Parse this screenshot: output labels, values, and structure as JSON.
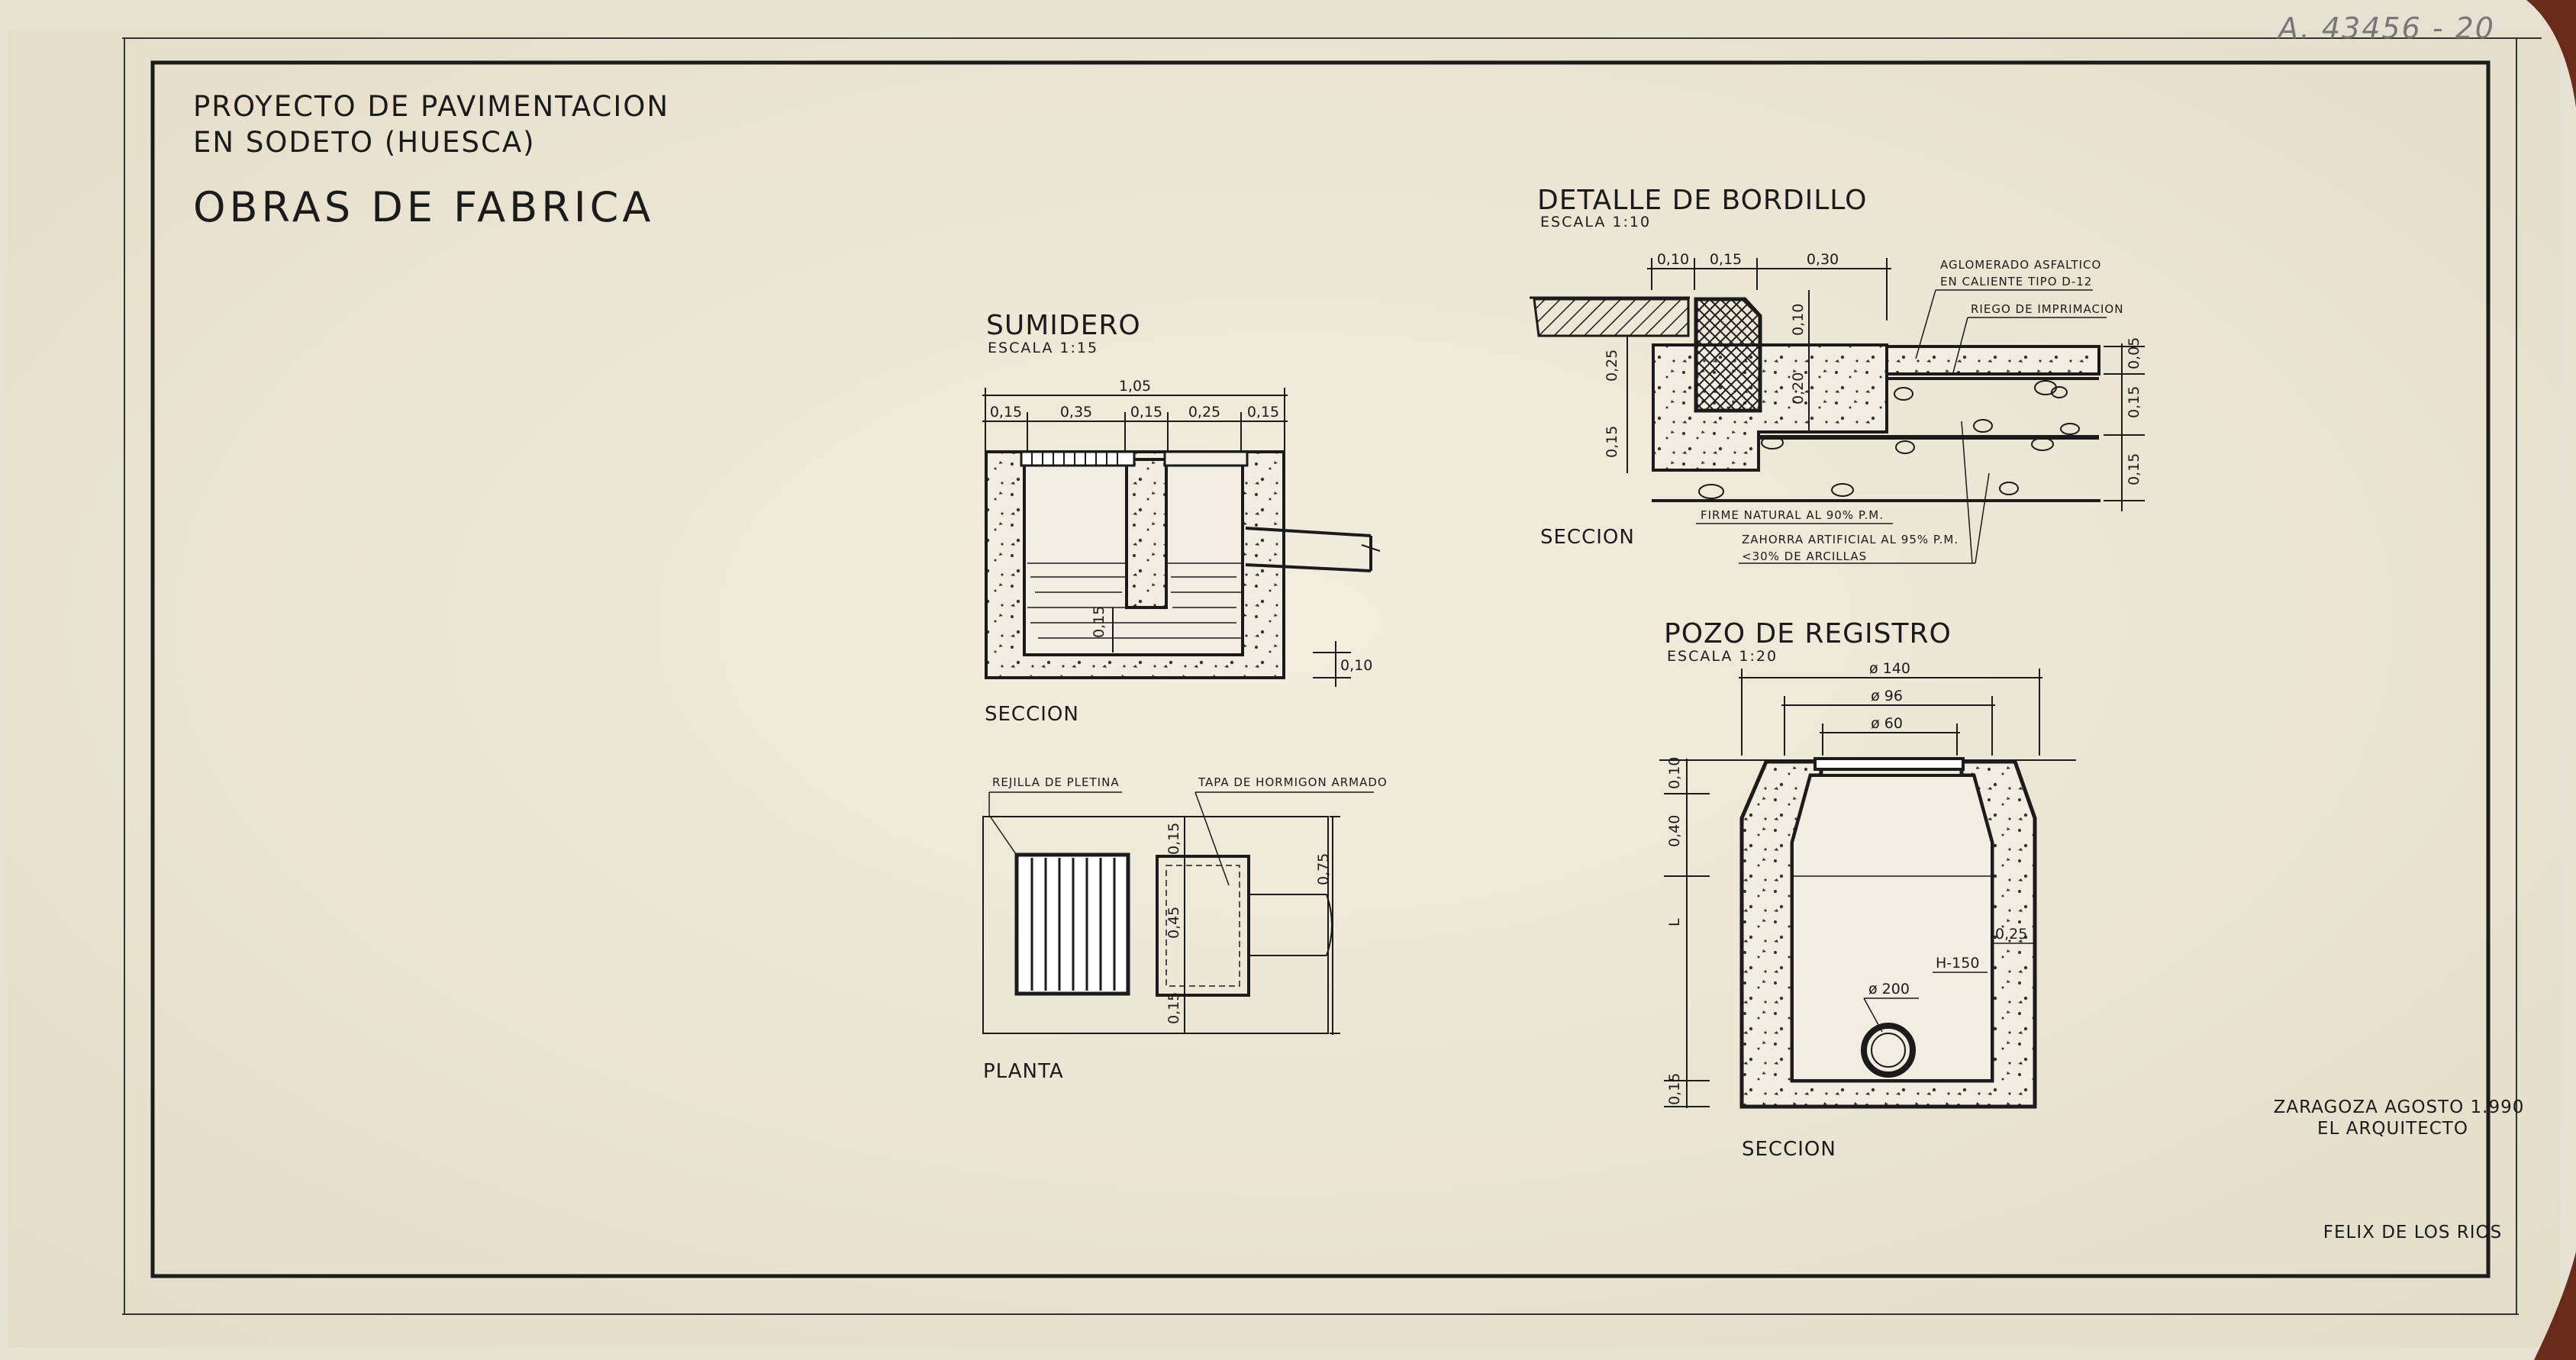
{
  "reference": "A. 43456 - 20",
  "header": {
    "project_line1": "PROYECTO DE PAVIMENTACION",
    "project_line2": "EN SODETO (HUESCA)",
    "title": "OBRAS DE FABRICA"
  },
  "sumidero": {
    "title": "SUMIDERO",
    "scale": "ESCALA 1:15",
    "section_label": "SECCION",
    "plan_label": "PLANTA",
    "dims_top": [
      "0,15",
      "0,35",
      "0,15",
      "0,25",
      "0,15"
    ],
    "dim_total": "1,05",
    "dim_water": "0,15",
    "dim_base": "0,10",
    "note_grate": "REJILLA DE PLETINA",
    "note_cover": "TAPA DE HORMIGON ARMADO",
    "plan_dims": [
      "0,15",
      "0,45",
      "0,15"
    ],
    "plan_dim_right": "0,75"
  },
  "bordillo": {
    "title": "DETALLE DE BORDILLO",
    "scale": "ESCALA 1:10",
    "section_label": "SECCION",
    "dims_top": [
      "0,10",
      "0,15",
      "0,30"
    ],
    "dim_010": "0,10",
    "dim_020": "0,20",
    "dims_left": [
      "0,25",
      "0,15"
    ],
    "dims_right": [
      "0,05",
      "0,15",
      "0,15"
    ],
    "note_asphalt_1": "AGLOMERADO ASFALTICO",
    "note_asphalt_2": "EN CALIENTE TIPO D-12",
    "note_riego": "RIEGO DE IMPRIMACION",
    "note_firme": "FIRME NATURAL AL 90% P.M.",
    "note_zahorra_1": "ZAHORRA ARTIFICIAL AL 95% P.M.",
    "note_zahorra_2": "<30% DE ARCILLAS"
  },
  "pozo": {
    "title": "POZO DE REGISTRO",
    "scale": "ESCALA 1:20",
    "section_label": "SECCION",
    "diam_140": "ø 140",
    "diam_96": "ø 96",
    "diam_60": "ø 60",
    "diam_200": "ø 200",
    "dim_010": "0,10",
    "dim_040": "0,40",
    "dim_L": "L",
    "dim_015": "0,15",
    "dim_025": "0,25",
    "h_label": "H-150"
  },
  "footer": {
    "place_date": "ZARAGOZA AGOSTO 1.990",
    "role": "EL ARQUITECTO",
    "name": "FELIX DE LOS RIOS"
  },
  "colors": {
    "paper": "#efeadb",
    "ink": "#1b1b1b",
    "frame": "#222222"
  }
}
